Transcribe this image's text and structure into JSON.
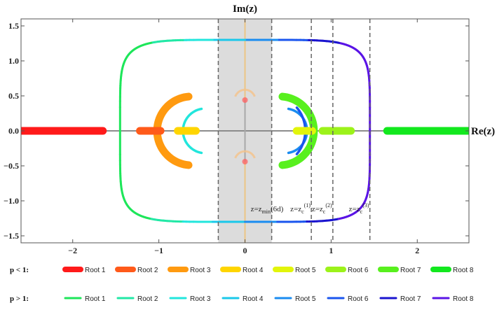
{
  "chart_data": {
    "type": "scatter",
    "title": "",
    "xlabel": "Re(z)",
    "ylabel": "Im(z)",
    "xlim": [
      -2.6,
      2.6
    ],
    "ylim": [
      -1.6,
      1.6
    ],
    "x_ticks": [
      -2,
      -1,
      0,
      1,
      2
    ],
    "x_tick_labels": [
      "−2",
      "−1",
      "0",
      "1",
      "2"
    ],
    "y_ticks": [
      -1.5,
      -1.0,
      -0.5,
      0.0,
      0.5,
      1.0,
      1.5
    ],
    "y_tick_labels": [
      "−1.5",
      "−1.0",
      "−0.5",
      "0.0",
      "0.5",
      "1.0",
      "1.5"
    ],
    "grid": false,
    "legend_position": "bottom",
    "shaded_band": {
      "x": [
        -0.31,
        0.31
      ],
      "color": "#dcdcdc"
    },
    "vlines": [
      {
        "x": -0.31,
        "label": ""
      },
      {
        "x": 0.31,
        "label_parts": [
          "z=z",
          "min",
          "(6d)"
        ]
      },
      {
        "x": 0.77,
        "label_parts": [
          "z=z",
          "c",
          "(1)"
        ]
      },
      {
        "x": 1.02,
        "label_parts": [
          "z=z",
          "c",
          "(2)"
        ]
      },
      {
        "x": 1.45,
        "label_parts": [
          "z=z",
          "c",
          "(3)"
        ]
      }
    ],
    "legend_groups": [
      {
        "label": "p < 1:",
        "series": [
          {
            "name": "Root 1",
            "color": "#ff1a1a"
          },
          {
            "name": "Root 2",
            "color": "#ff5a1a"
          },
          {
            "name": "Root 3",
            "color": "#ff9a10"
          },
          {
            "name": "Root 4",
            "color": "#ffd500"
          },
          {
            "name": "Root 5",
            "color": "#e2f50a"
          },
          {
            "name": "Root 6",
            "color": "#9cf21a"
          },
          {
            "name": "Root 7",
            "color": "#58f01e"
          },
          {
            "name": "Root 8",
            "color": "#12e81e"
          }
        ]
      },
      {
        "label": "p > 1:",
        "series": [
          {
            "name": "Root 1",
            "color": "#1ee65a"
          },
          {
            "name": "Root 2",
            "color": "#22e8a6"
          },
          {
            "name": "Root 3",
            "color": "#22e6dc"
          },
          {
            "name": "Root 4",
            "color": "#1ac8ea"
          },
          {
            "name": "Root 5",
            "color": "#1a8cf0"
          },
          {
            "name": "Root 6",
            "color": "#1a55ee"
          },
          {
            "name": "Root 7",
            "color": "#1a14cf"
          },
          {
            "name": "Root 8",
            "color": "#5a14e6"
          }
        ]
      }
    ],
    "thick_segments": [
      {
        "series": "p<1 Root 1",
        "x": [
          -2.6,
          -1.65
        ],
        "y": [
          0,
          0
        ],
        "color": "#ff1a1a"
      },
      {
        "series": "p<1 Root 2",
        "x": [
          -1.22,
          -0.98
        ],
        "y": [
          0,
          0
        ],
        "color": "#ff5a1a"
      },
      {
        "series": "p<1 Root 4",
        "x": [
          -0.78,
          -0.57
        ],
        "y": [
          0,
          0
        ],
        "color": "#ffd500"
      },
      {
        "series": "p<1 Root 5",
        "x": [
          0.6,
          0.78
        ],
        "y": [
          0,
          0
        ],
        "color": "#e2f50a"
      },
      {
        "series": "p<1 Root 6",
        "x": [
          0.9,
          1.23
        ],
        "y": [
          0,
          0
        ],
        "color": "#9cf21a"
      },
      {
        "series": "p<1 Root 8",
        "x": [
          1.65,
          2.6
        ],
        "y": [
          0,
          0
        ],
        "color": "#12e81e"
      }
    ],
    "thick_arcs": [
      {
        "series": "p<1 Root 3",
        "cx": -0.62,
        "cy": 0,
        "r": 0.4,
        "from_deg": 95,
        "to_deg": 265,
        "color": "#ff9a10"
      },
      {
        "series": "p<1 Root 7",
        "cx": 0.4,
        "cy": 0,
        "r": 0.4,
        "from_deg": -85,
        "to_deg": 85,
        "color": "#58f01e"
      }
    ],
    "thin_arcs": [
      {
        "series": "p>1 Root 4",
        "cx": -0.46,
        "cy": 0,
        "r": 0.26,
        "from_deg": 100,
        "to_deg": 260,
        "color": "#22e6dc"
      },
      {
        "series": "p>1 Root 5",
        "cx": 0.46,
        "cy": 0,
        "r": 0.26,
        "from_deg": -80,
        "to_deg": 80,
        "color": "#1a8cf0"
      },
      {
        "series": "p>1 Root 6",
        "cx": 0.28,
        "cy": 0,
        "r": 0.42,
        "from_deg": -40,
        "to_deg": 40,
        "color": "#1a55ee"
      }
    ],
    "big_loop": {
      "series": "p>1 Roots 1-8",
      "x_range": [
        -1.45,
        1.45
      ],
      "y_range": [
        -1.3,
        1.3
      ],
      "colors_left_to_right": [
        "#1ee65a",
        "#22e8a6",
        "#22e6dc",
        "#1ac8ea",
        "#1a8cf0",
        "#1a55ee",
        "#1a14cf",
        "#5a14e6"
      ]
    },
    "center_features": {
      "vertical_line": {
        "x": 0,
        "y": [
          -1.6,
          1.6
        ],
        "color": "#f0c070"
      },
      "markers": [
        {
          "x": 0,
          "y": 0.44,
          "color": "#ff6060"
        },
        {
          "x": 0,
          "y": -0.44,
          "color": "#ff6060"
        }
      ],
      "small_arcs": [
        {
          "cx": 0,
          "cy": 0.44,
          "r": 0.12
        },
        {
          "cx": 0,
          "cy": -0.44,
          "r": 0.12
        }
      ]
    }
  }
}
